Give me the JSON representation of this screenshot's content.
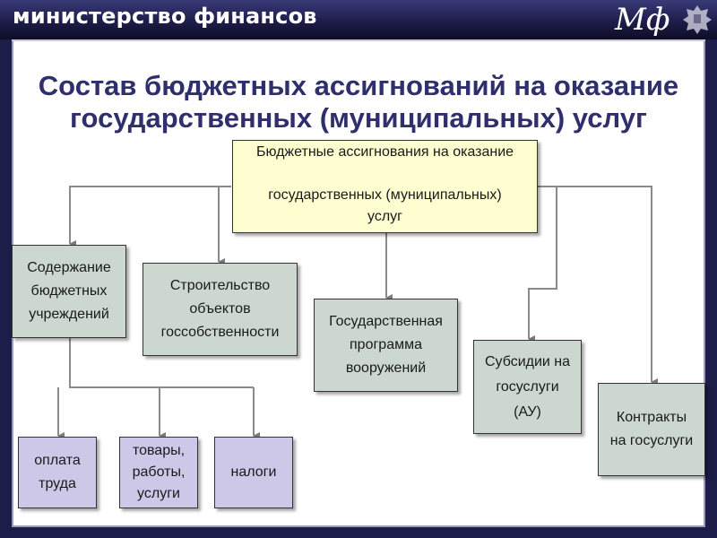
{
  "header": {
    "title": "министерство финансов",
    "logo_main": "М",
    "logo_italic": "ф"
  },
  "slide": {
    "title": "Состав бюджетных ассигнований на оказание\nгосударственных (муниципальных) услуг"
  },
  "diagram": {
    "root": "Бюджетные ассигнования на оказание\n\nгосударственных (муниципальных)\nуслуг",
    "maintenance": "Содержание\nбюджетных\nучреждений",
    "construction": "Строительство\nобъектов\nгоссобственности",
    "armament": "Государственная\nпрограмма\nвооружений",
    "subsidies": "Субсидии на\nгосуслуги\n(АУ)",
    "contracts": "Контракты\nна госуслуги",
    "salary": "оплата\nтруда",
    "goods": "товары,\nработы,\nуслуги",
    "taxes": "налоги"
  },
  "colors": {
    "header_bg": "#1d1d4a",
    "title": "#2f2f6e",
    "box_gray": "#ccd8cf",
    "box_purple": "#cdc8e8",
    "box_yellow": "#fefed0",
    "connector": "#7a7a7a"
  }
}
